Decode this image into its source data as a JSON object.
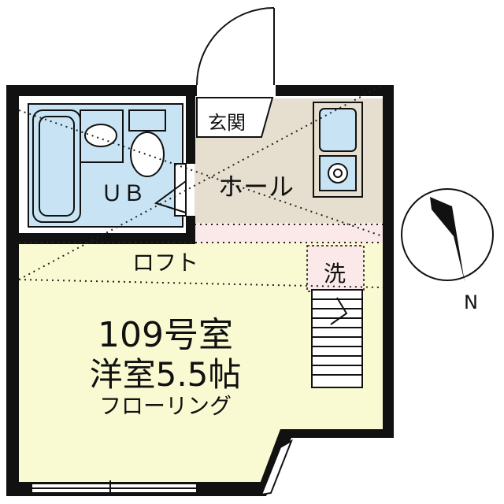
{
  "plan": {
    "room_number": "109号室",
    "room_size": "洋室5.5帖",
    "flooring": "フローリング",
    "loft": "ロフト",
    "hall": "ホール",
    "entrance": "玄関",
    "bath": "ＵＢ",
    "laundry": "洗",
    "compass": "N"
  },
  "colors": {
    "wall": "#111111",
    "main_room": "#fafad2",
    "hall_floor": "#e6dfcf",
    "bath_blue": "#c7e3f4",
    "laundry_pink": "#fbe8e8"
  }
}
